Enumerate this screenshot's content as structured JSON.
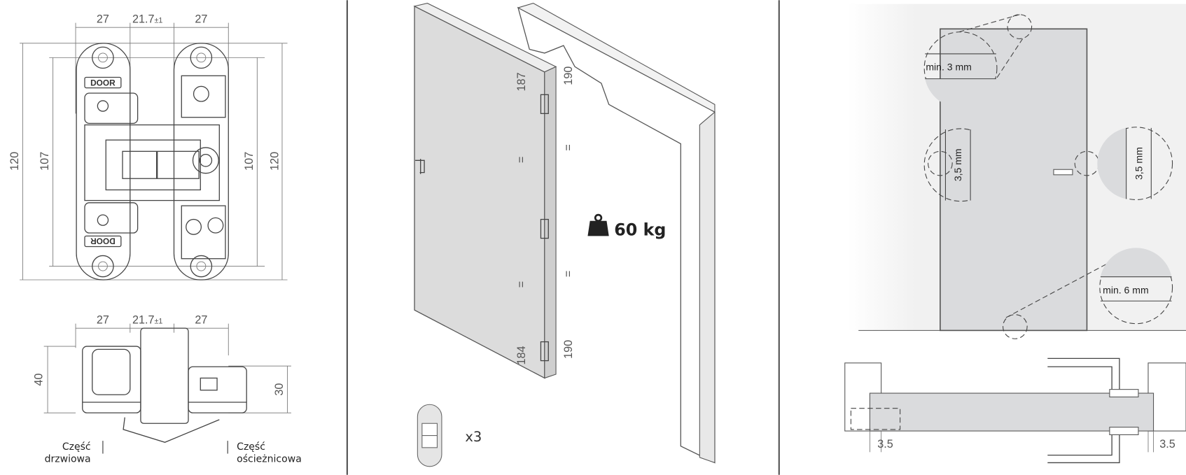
{
  "hinge_front": {
    "dim_left": "27",
    "dim_gap": "21.7",
    "dim_gap_tol": "±1",
    "dim_right": "27",
    "height_outer": "120",
    "height_inner": "107",
    "brand_mark": "DOOR"
  },
  "hinge_top": {
    "dim_left": "27",
    "dim_gap": "21.7",
    "dim_gap_tol": "±1",
    "dim_right": "27",
    "height_door": "40",
    "height_frame": "30",
    "door_part_line1": "Część",
    "door_part_line2": "drzwiowa",
    "frame_part_line1": "Część",
    "frame_part_line2": "ościeżnicowa"
  },
  "door_iso": {
    "top_door_dim": "187",
    "top_frame_dim": "190",
    "bottom_door_dim": "184",
    "bottom_frame_dim": "190",
    "equal_mark": "=",
    "load": "60 kg",
    "hinge_count": "x3"
  },
  "clearances": {
    "top_gap": "min. 3 mm",
    "side_gap_left": "3,5 mm",
    "side_gap_right": "3,5 mm",
    "bottom_gap": "min. 6 mm",
    "section_left": "3.5",
    "section_right": "3.5"
  }
}
